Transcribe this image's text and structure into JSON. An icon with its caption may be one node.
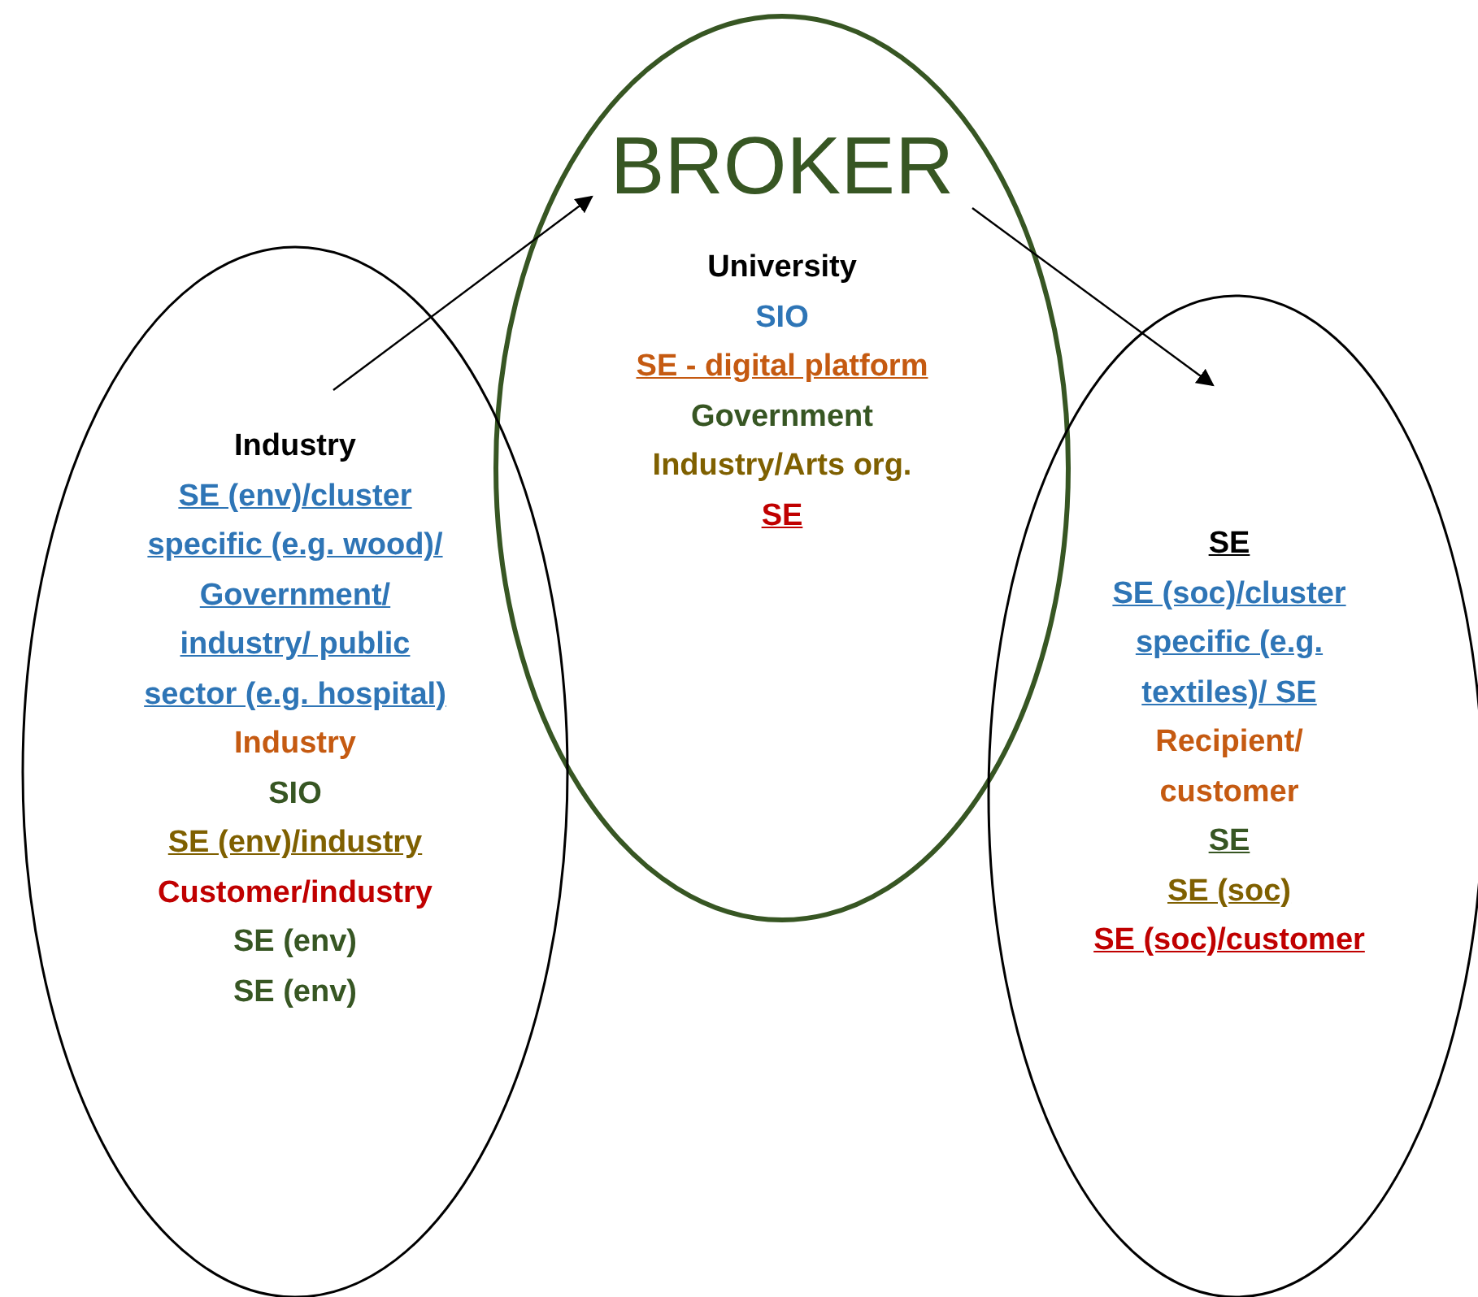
{
  "diagram": {
    "nodes": [
      {
        "text": [
          "BROKER",
          "University",
          "SIO",
          "SE - digital platform",
          "Government",
          "Industry/Arts org.",
          "SE"
        ]
      },
      {
        "text": [
          "Industry",
          "SE (env)/cluster specific (e.g. wood)/ Government/ industry/ public sector (e.g. hospital)",
          "Industry",
          "SIO",
          "SE (env)/industry",
          "Customer/industry",
          "SE (env)",
          "SE (env)"
        ]
      },
      {
        "text": [
          "SE",
          "SE (soc)/cluster specific (e.g. textiles)/ SE",
          "Recipient/ customer",
          "SE",
          "SE (soc)",
          "SE (soc)/customer"
        ]
      }
    ],
    "edges": [
      {
        "from": 1,
        "to": 0,
        "arrow": "to"
      },
      {
        "from": 0,
        "to": 2,
        "arrow": "to"
      }
    ]
  }
}
